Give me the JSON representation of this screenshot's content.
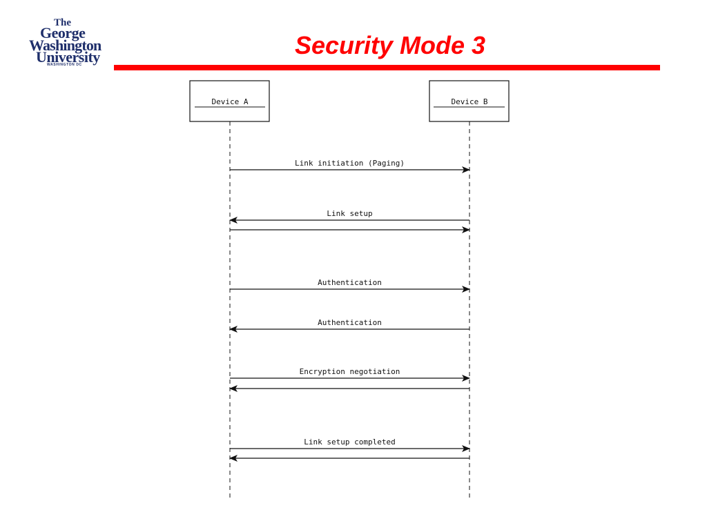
{
  "logo": {
    "line1": "The",
    "line2": "George",
    "line3": "Washington",
    "line4": "University",
    "line5": "WASHINGTON DC"
  },
  "slide": {
    "title": "Security Mode 3"
  },
  "participants": [
    {
      "id": "A",
      "label": "Device A"
    },
    {
      "id": "B",
      "label": "Device B"
    }
  ],
  "messages": [
    {
      "from": "A",
      "to": "B",
      "label": "Link initiation (Paging)"
    },
    {
      "from": "B",
      "to": "A",
      "label": "Link setup"
    },
    {
      "from": "A",
      "to": "B",
      "label": ""
    },
    {
      "from": "A",
      "to": "B",
      "label": "Authentication"
    },
    {
      "from": "B",
      "to": "A",
      "label": "Authentication"
    },
    {
      "from": "A",
      "to": "B",
      "label": "Encryption negotiation"
    },
    {
      "from": "B",
      "to": "A",
      "label": ""
    },
    {
      "from": "A",
      "to": "B",
      "label": "Link setup completed"
    },
    {
      "from": "B",
      "to": "A",
      "label": ""
    }
  ],
  "colors": {
    "accent": "#ff0000",
    "logo": "#1f2f6b",
    "line": "#111111"
  }
}
